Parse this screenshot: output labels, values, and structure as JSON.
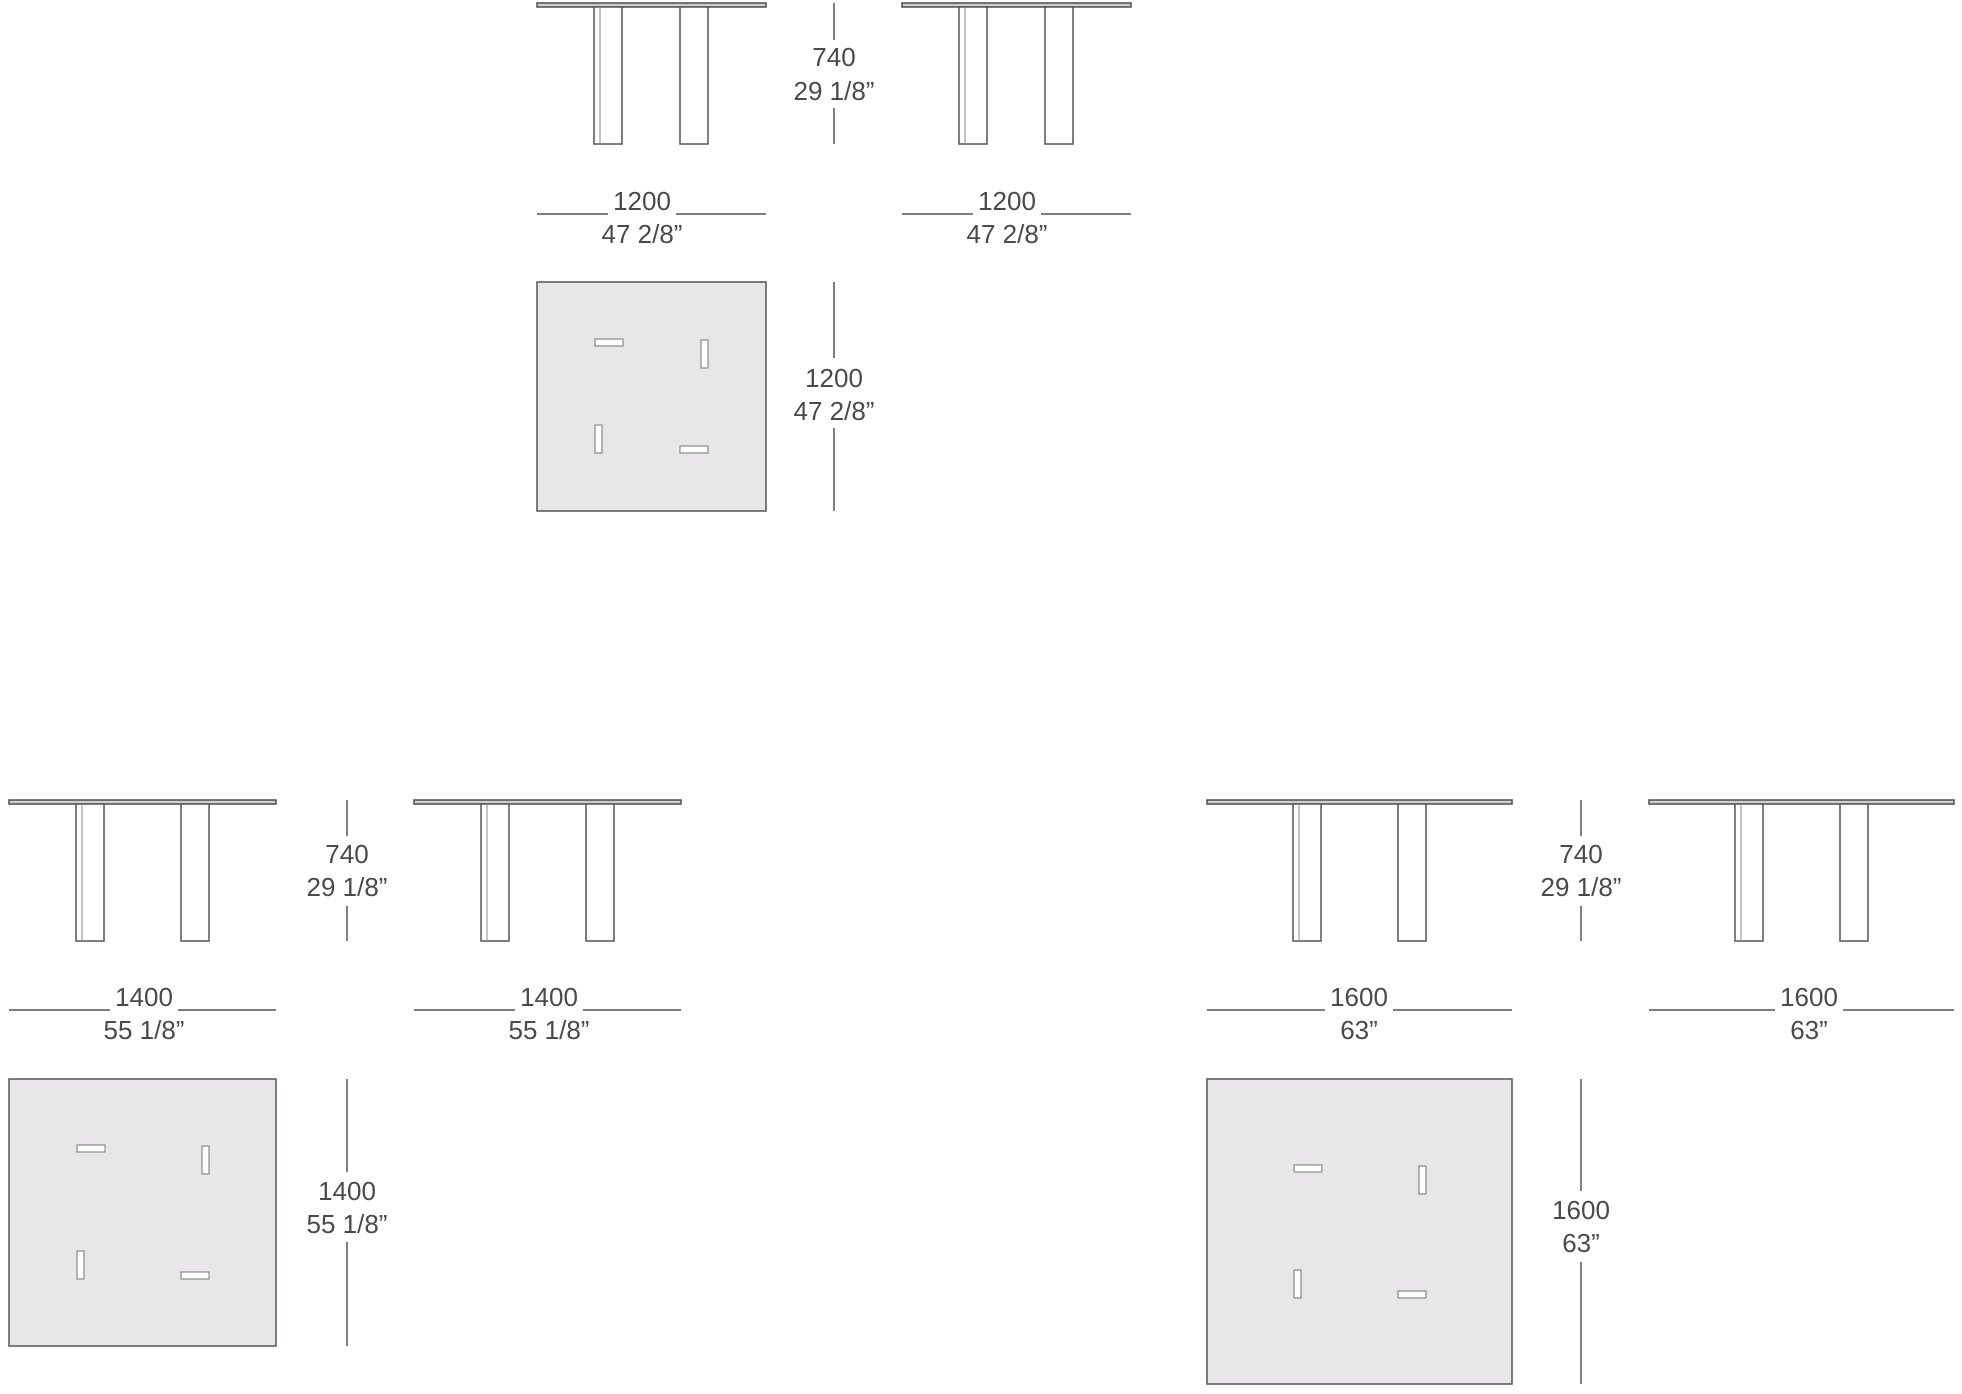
{
  "tables": [
    {
      "id": "t1200",
      "height": {
        "mm": "740",
        "in": "29 1/8”"
      },
      "front_width": {
        "mm": "1200",
        "in": "47 2/8”"
      },
      "side_width": {
        "mm": "1200",
        "in": "47 2/8”"
      },
      "plan_depth": {
        "mm": "1200",
        "in": "47 2/8”"
      }
    },
    {
      "id": "t1400",
      "height": {
        "mm": "740",
        "in": "29 1/8”"
      },
      "front_width": {
        "mm": "1400",
        "in": "55 1/8”"
      },
      "side_width": {
        "mm": "1400",
        "in": "55 1/8”"
      },
      "plan_depth": {
        "mm": "1400",
        "in": "55 1/8”"
      }
    },
    {
      "id": "t1600",
      "height": {
        "mm": "740",
        "in": "29 1/8”"
      },
      "front_width": {
        "mm": "1600",
        "in": "63”"
      },
      "side_width": {
        "mm": "1600",
        "in": "63”"
      },
      "plan_depth": {
        "mm": "1600",
        "in": "63”"
      }
    }
  ],
  "colors": {
    "line": "#555555",
    "plan_fill": "#e8e6e8",
    "text": "#4a4a4a"
  }
}
